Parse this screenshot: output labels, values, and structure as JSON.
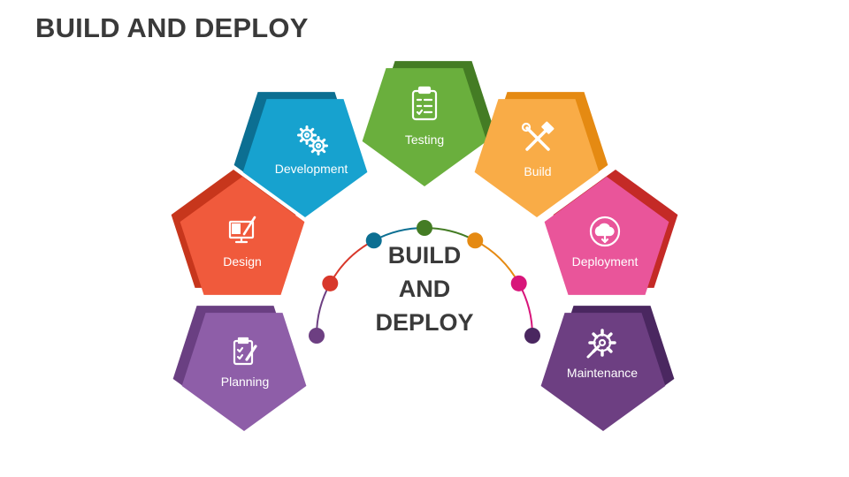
{
  "title": "BUILD AND DEPLOY",
  "center": {
    "lines": [
      "BUILD",
      "AND",
      "DEPLOY"
    ]
  },
  "stages": [
    {
      "label": "Planning",
      "icon": "clipboard-pen-icon",
      "color": "#8e5ea8",
      "shadow": "#6a3f82"
    },
    {
      "label": "Design",
      "icon": "monitor-design-icon",
      "color": "#f05a3c",
      "shadow": "#c7361c"
    },
    {
      "label": "Development",
      "icon": "gears-icon",
      "color": "#17a2cf",
      "shadow": "#0c6f92"
    },
    {
      "label": "Testing",
      "icon": "checklist-icon",
      "color": "#6aaf3d",
      "shadow": "#447c24"
    },
    {
      "label": "Build",
      "icon": "tools-icon",
      "color": "#f9ac47",
      "shadow": "#e58a12"
    },
    {
      "label": "Deployment",
      "icon": "cloud-cycle-icon",
      "color": "#e9559a",
      "shadow": "#c42a26"
    },
    {
      "label": "Maintenance",
      "icon": "gear-wrench-icon",
      "color": "#6d3f82",
      "shadow": "#4a2760"
    }
  ],
  "arc_dot_colors": [
    "#6d3f82",
    "#d8372a",
    "#0c6f92",
    "#447c24",
    "#e58a12",
    "#d8157a",
    "#4a2760"
  ]
}
